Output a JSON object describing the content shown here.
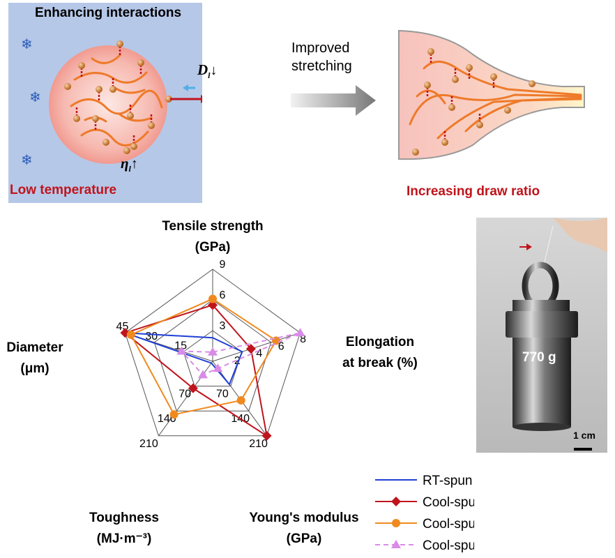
{
  "schematic": {
    "left_title": "Enhancing interactions",
    "left_caption": "Low temperature",
    "diffusion_label": "D",
    "diffusion_sub": "l",
    "viscosity_label": "η",
    "viscosity_sub": "l",
    "arrow_label_line1": "Improved",
    "arrow_label_line2": "stretching",
    "right_caption": "Increasing draw ratio",
    "snowflake_icon": "snowflake-icon",
    "thermometer_icon": "thermometer-icon"
  },
  "photo": {
    "weight_label": "770 g",
    "scale_label": "1 cm"
  },
  "colors": {
    "rt_pbia": "#1f3fd6",
    "cool_pbia": "#c0141c",
    "cool_pbia_go": "#f08a1e",
    "cool_pmia": "#d98be8",
    "caption_red": "#c0141c"
  },
  "chart_data": {
    "type": "radar",
    "axes": [
      {
        "name_line1": "Tensile strength",
        "name_line2": "(GPa)",
        "max": 9,
        "ticks": [
          "3",
          "6",
          "9"
        ]
      },
      {
        "name_line1": "Elongation",
        "name_line2": "at break (%)",
        "max": 8,
        "ticks": [
          "2",
          "4",
          "6",
          "8"
        ]
      },
      {
        "name_line1": "Young's modulus",
        "name_line2": "(GPa)",
        "max": 210,
        "ticks": [
          "70",
          "140",
          "210"
        ]
      },
      {
        "name_line1": "Toughness",
        "name_line2": "(MJ·m⁻³)",
        "max": 210,
        "ticks": [
          "70",
          "140",
          "210"
        ]
      },
      {
        "name_line1": "Diameter",
        "name_line2": "(μm)",
        "max": 45,
        "ticks": [
          "15",
          "30",
          "45"
        ]
      }
    ],
    "series": [
      {
        "name": "RT-spun PBIA",
        "color": "#1f3fd6",
        "marker": "none",
        "dash": false,
        "values": [
          2.3,
          2.7,
          65,
          5,
          45
        ]
      },
      {
        "name": "Cool-spun PBIA",
        "color": "#c0141c",
        "marker": "diamond",
        "dash": false,
        "values": [
          5.5,
          3.5,
          210,
          76,
          45
        ]
      },
      {
        "name": "Cool-spun PBIA/GO",
        "color": "#f08a1e",
        "marker": "circle",
        "dash": false,
        "values": [
          6.1,
          5.8,
          110,
          150,
          42
        ]
      },
      {
        "name": "Cool-spun PMIA",
        "color": "#d98be8",
        "marker": "triangle",
        "dash": true,
        "values": [
          0.9,
          8.0,
          20,
          38,
          16
        ]
      }
    ],
    "grid": true,
    "legend": "bottom-right"
  }
}
